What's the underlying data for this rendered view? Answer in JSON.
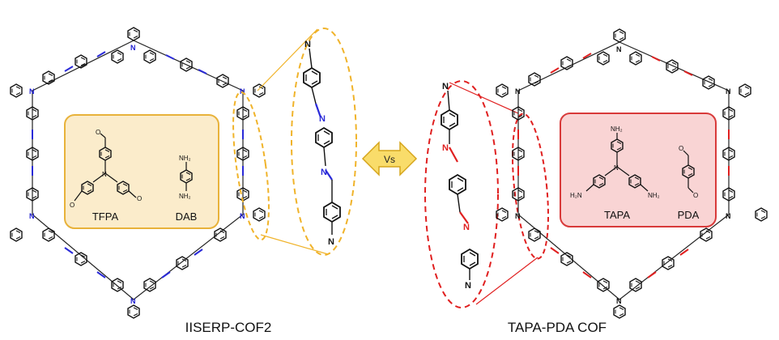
{
  "left_panel": {
    "caption": "IISERP-COF2",
    "linkage_color": "#2a2ad8",
    "box_fill": "#fbeccb",
    "box_stroke": "#e8b23a",
    "monomers": {
      "triamine_label": "TFPA",
      "linker_label": "DAB",
      "nh2_label": "NH₂",
      "o_label": "O",
      "n_label": "N"
    },
    "zoom_outline_color": "#f0b32a"
  },
  "right_panel": {
    "caption": "TAPA-PDA COF",
    "linkage_color": "#e02020",
    "box_fill": "#f9d4d4",
    "box_stroke": "#d83a3a",
    "monomers": {
      "triamine_label": "TAPA",
      "linker_label": "PDA",
      "nh2_label": "NH₂",
      "h2n_label": "H₂N",
      "o_label": "O",
      "n_label": "N"
    },
    "zoom_outline_color": "#e02020"
  },
  "vs_arrow": {
    "label": "Vs",
    "fill": "#f9dc6a",
    "stroke": "#d6a51b"
  }
}
